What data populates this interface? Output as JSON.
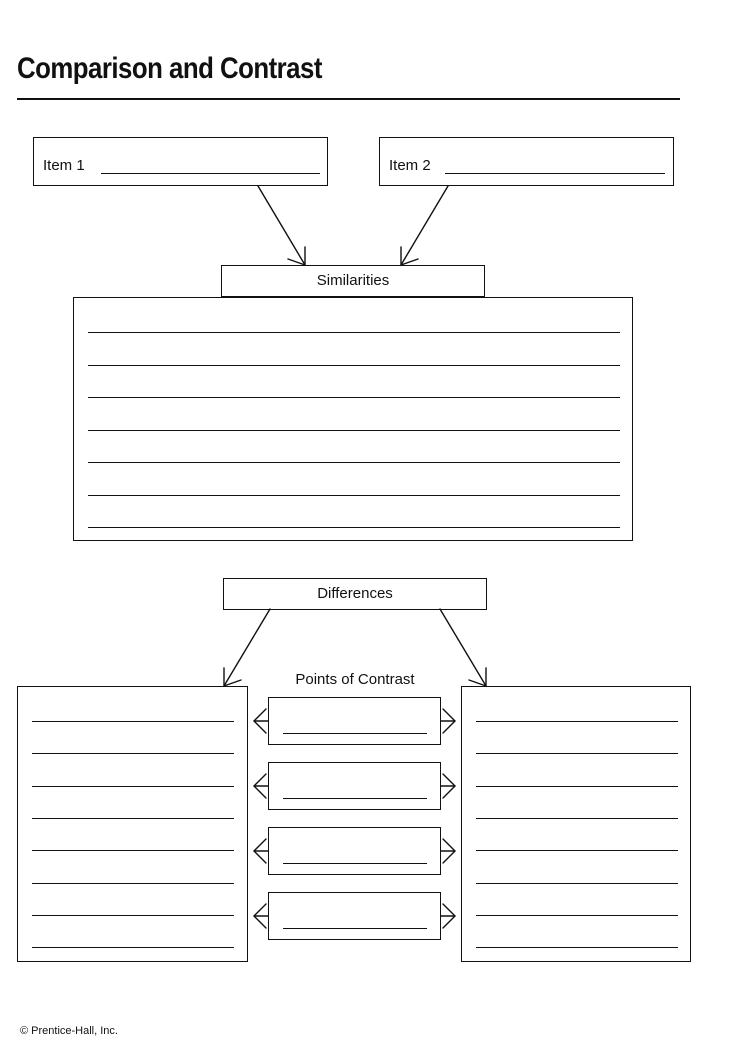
{
  "page": {
    "title": "Comparison and Contrast",
    "footer": "© Prentice-Hall, Inc."
  },
  "item_boxes": [
    {
      "label": "Item 1"
    },
    {
      "label": "Item 2"
    }
  ],
  "similarities": {
    "heading": "Similarities",
    "line_count": 7
  },
  "differences": {
    "heading": "Differences",
    "points_heading": "Points of Contrast",
    "point_count": 4,
    "side_line_count": 8
  }
}
